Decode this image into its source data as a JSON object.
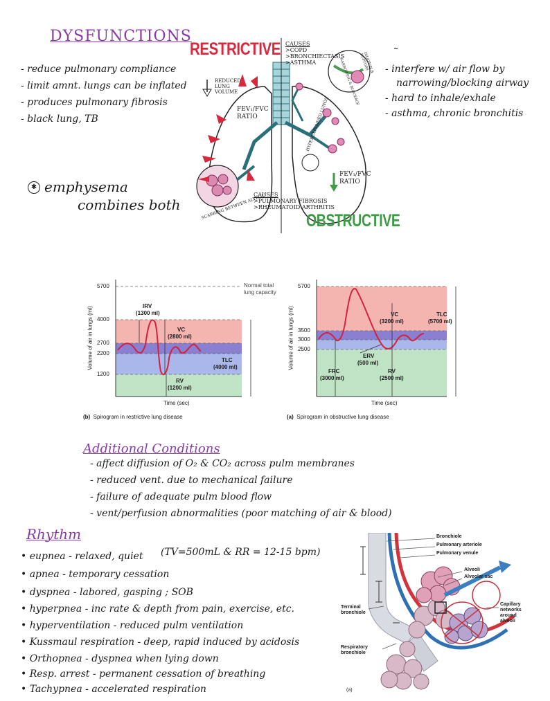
{
  "dysfunctions": {
    "heading": "DYSFUNCTIONS",
    "items": [
      "- reduce pulmonary compliance",
      "- limit amnt. lungs can be inflated",
      "- produces pulmonary fibrosis",
      "- black lung, TB"
    ],
    "note1": "emphysema",
    "note2": "combines both"
  },
  "lung_diagram": {
    "restrictive_title": "RESTRICTIVE",
    "obstructive_title": "OBSTRUCTIVE",
    "reduced_lung_volume": "REDUCED LUNG VOLUME",
    "fev_left": "FEV₁/FVC RATIO",
    "fev_right": "FEV₁/FVC RATIO",
    "causes_top_title": "CAUSES",
    "causes_top_items": [
      ">COPD",
      ">BRONCHIECTASIS",
      ">ASTHMA"
    ],
    "causes_bottom_title": "CAUSES",
    "causes_bottom_items": [
      ">PULMONARY FIBROSIS",
      ">RHEUMATOID ARTHRITIS"
    ],
    "scarring_label": "SCARRING BETWEEN ALVEOLI",
    "hyper_label": "HYPEREXPANDED LUNGS",
    "dilation_label": "DILATION & RUPTURE",
    "narrowing_label": "NARROWING & BLOCKAGE"
  },
  "obstructive_notes": {
    "dash": "˜",
    "items": [
      "- interfere w/ air flow by",
      "narrowing/blocking airway",
      "- hard to inhale/exhale",
      "- asthma, chronic bronchitis"
    ]
  },
  "spirogram_restrictive": {
    "y_ticks": [
      "5700",
      "4000",
      "2700",
      "2200",
      "1200"
    ],
    "normal_total": "Normal total",
    "lung_capacity": "lung capacity",
    "irv_label": "IRV",
    "irv_value": "(1300 ml)",
    "vc_label": "VC",
    "vc_value": "(2800 ml)",
    "tlc_label": "TLC",
    "tlc_value": "(4000 ml)",
    "rv_label": "RV",
    "rv_value": "(1200 ml)",
    "ylabel": "Volume of air in lungs (ml)",
    "xlabel": "Time (sec)",
    "caption_letter": "(b)",
    "caption": "Spirogram in restrictive lung disease"
  },
  "spirogram_obstructive": {
    "y_ticks": [
      "5700",
      "3500",
      "3000",
      "2500"
    ],
    "vc_label": "VC",
    "vc_value": "(3200 ml)",
    "tlc_label": "TLC",
    "tlc_value": "(5700 ml)",
    "erv_label": "ERV",
    "erv_value": "(500 ml)",
    "frc_label": "FRC",
    "frc_value": "(3000 ml)",
    "rv_label": "RV",
    "rv_value": "(2500 ml)",
    "ylabel": "Volume of air in lungs (ml)",
    "xlabel": "Time (sec)",
    "caption_letter": "(a)",
    "caption": "Spirogram in obstructive lung disease"
  },
  "additional": {
    "heading": "Additional Conditions",
    "items": [
      "- affect diffusion of O₂ & CO₂ across pulm membranes",
      "- reduced vent. due to mechanical failure",
      "- failure of adequate pulm blood flow",
      "- vent/perfusion abnormalities (poor matching of air & blood)"
    ]
  },
  "rhythm": {
    "heading": "Rhythm",
    "items": [
      "• eupnea - relaxed, quiet",
      "• apnea - temporary cessation",
      "• dyspnea - labored, gasping ; SOB",
      "• hyperpnea - inc rate & depth from pain, exercise, etc.",
      "• hyperventilation - reduced pulm ventilation",
      "• Kussmaul respiration - deep, rapid induced by acidosis",
      "• Orthopnea - dyspnea when lying down",
      "• Resp. arrest - permanent cessation of breathing",
      "• Tachypnea - accelerated respiration"
    ],
    "note": "(TV=500mL & RR = 12-15 bpm)"
  },
  "alveoli_diagram": {
    "labels_right": [
      "Bronchiole",
      "Pulmonary arteriole",
      "Pulmonary venule",
      "Alveoli",
      "Alveolar sac",
      "Capillary",
      "networks",
      "around",
      "alveoli"
    ],
    "terminal_bronchiole": [
      "Terminal",
      "bronchiole"
    ],
    "respiratory_bronchiole": [
      "Respiratory",
      "bronchiole"
    ],
    "figure_letter": "(a)"
  },
  "colors": {
    "purple_heading": "#8a3aa8",
    "restrictive_red": "#d8283c",
    "obstructive_green": "#3d9a45",
    "spiro_red": "#f4b4b0",
    "spiro_purple": "#8a7fd0",
    "spiro_blue": "#aab7ea",
    "spiro_green": "#bfe3c4",
    "trace_red": "#d4213d"
  }
}
